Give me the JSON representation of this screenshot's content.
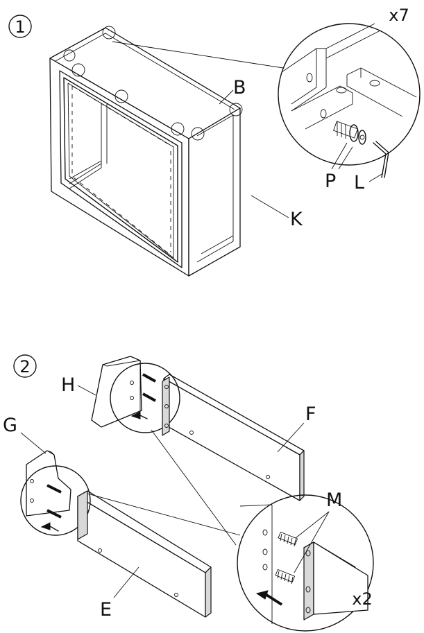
{
  "step1": {
    "number": "1",
    "quantity": "x7",
    "labels": {
      "panel": "B",
      "frame": "K",
      "screw": "P",
      "key": "L"
    }
  },
  "step2": {
    "number": "2",
    "quantity": "x2",
    "labels": {
      "leg_top": "H",
      "rail_top": "F",
      "leg_bottom": "G",
      "rail_bottom": "E",
      "dowel": "M"
    }
  }
}
